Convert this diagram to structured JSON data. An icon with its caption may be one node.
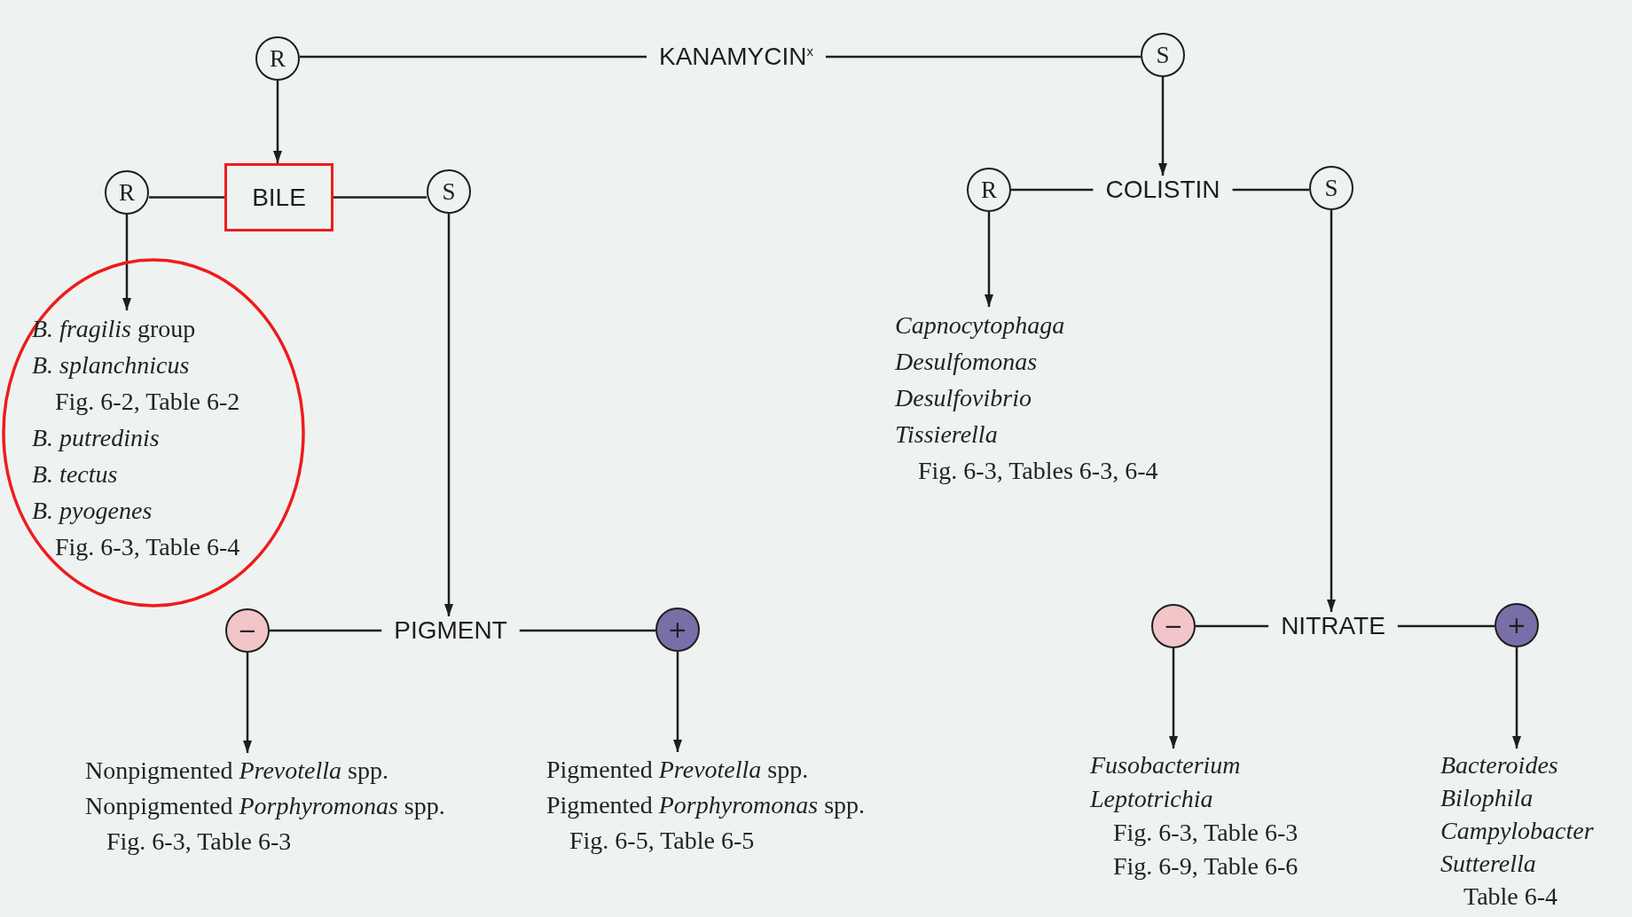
{
  "diagram": {
    "nodes": [
      {
        "text": [
          "KANAMYCIN$^{x}$"
        ]
      },
      {
        "text": [
          "R"
        ]
      },
      {
        "text": [
          "S"
        ]
      },
      {
        "text": [
          "BILE"
        ]
      },
      {
        "text": [
          "R"
        ]
      },
      {
        "text": [
          "S"
        ]
      },
      {
        "text": [],
        "shape": "ellipse"
      },
      {
        "text": [
          "*B. fragilis* group",
          "B. splanchnicus",
          "Fig. 6-2, Table 6-2",
          "B. putredinis",
          "B. tectus",
          "B. pyogenes",
          "Fig. 6-3, Table 6-4"
        ],
        "in": 6
      },
      {
        "text": [
          "PIGMENT"
        ]
      },
      {
        "text": [
          "−"
        ]
      },
      {
        "text": [
          "+"
        ]
      },
      {
        "text": [
          "Nonpigmented *Prevotella* spp.",
          "Nonpigmented *Porphyromonas* spp.",
          "Fig. 6-3, Table 6-3"
        ]
      },
      {
        "text": [
          "Pigmented *Prevotella* spp.",
          "Pigmented *Porphyromonas* spp.",
          "Fig. 6-5, Table 6-5"
        ]
      },
      {
        "text": [
          "COLISTIN"
        ]
      },
      {
        "text": [
          "R"
        ]
      },
      {
        "text": [
          "S"
        ]
      },
      {
        "text": [
          "Capnocytophaga",
          "Desulfomonas",
          "Desulfovibrio",
          "Tissierella",
          "Fig. 6-3, Tables 6-3, 6-4"
        ]
      },
      {
        "text": [
          "NITRATE"
        ]
      },
      {
        "text": [
          "−"
        ]
      },
      {
        "text": [
          "+"
        ]
      },
      {
        "text": [
          "Fusobacterium",
          "Leptotrichia",
          "Fig. 6-3, Table 6-3",
          "Fig. 6-9, Table 6-6"
        ]
      },
      {
        "text": [
          "Bacteroides",
          "Bilophila",
          "Campylobacter",
          "Sutterella",
          "Table 6-4"
        ]
      }
    ],
    "edges": [
      {
        "from": 0,
        "to": 1,
        "arrow": "none"
      },
      {
        "from": 0,
        "to": 2,
        "arrow": "none"
      },
      {
        "from": 1,
        "to": 3,
        "arrow": "to"
      },
      {
        "from": 3,
        "to": 4,
        "arrow": "none"
      },
      {
        "from": 3,
        "to": 5,
        "arrow": "none"
      },
      {
        "from": 4,
        "to": 7,
        "arrow": "to"
      },
      {
        "from": 5,
        "to": 8,
        "arrow": "to"
      },
      {
        "from": 8,
        "to": 9,
        "arrow": "none"
      },
      {
        "from": 8,
        "to": 10,
        "arrow": "none"
      },
      {
        "from": 9,
        "to": 11,
        "arrow": "to"
      },
      {
        "from": 10,
        "to": 12,
        "arrow": "to"
      },
      {
        "from": 2,
        "to": 13,
        "arrow": "to"
      },
      {
        "from": 13,
        "to": 14,
        "arrow": "none"
      },
      {
        "from": 13,
        "to": 15,
        "arrow": "none"
      },
      {
        "from": 14,
        "to": 16,
        "arrow": "to"
      },
      {
        "from": 15,
        "to": 17,
        "arrow": "to"
      },
      {
        "from": 17,
        "to": 18,
        "arrow": "none"
      },
      {
        "from": 17,
        "to": 19,
        "arrow": "none"
      },
      {
        "from": 18,
        "to": 20,
        "arrow": "to"
      },
      {
        "from": 19,
        "to": 21,
        "arrow": "to"
      }
    ]
  }
}
